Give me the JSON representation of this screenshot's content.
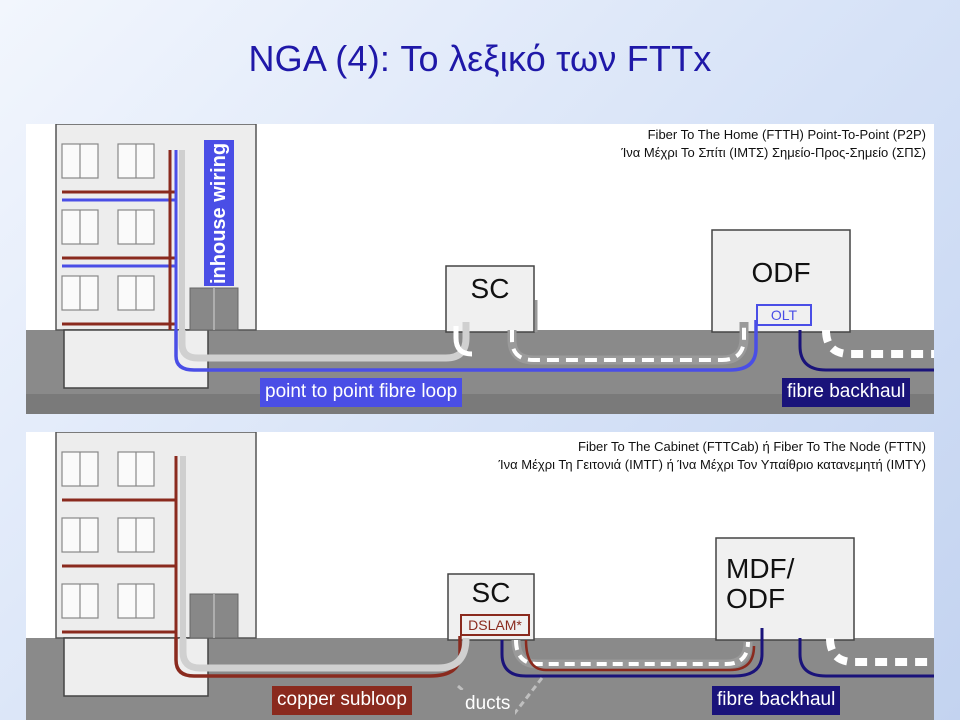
{
  "title": "NGA (4): Το λεξικό των FTTx",
  "panel1": {
    "caption_line1": "Fiber To The Home (FTTH) Point-To-Point (P2P)",
    "caption_line2": "Ίνα Μέχρι Το Σπίτι (ΙΜΤΣ) Σημείο-Προς-Σημείο (ΣΠΣ)",
    "inhouse_label": "inhouse wiring",
    "sc_label": "SC",
    "odf_label": "ODF",
    "olt_label": "OLT",
    "loop_label": "point to point fibre loop",
    "backhaul_label": "fibre backhaul"
  },
  "panel2": {
    "caption_line1": "Fiber To The Cabinet (FTTCab) ή Fiber To The Node (FTTN)",
    "caption_line2": "Ίνα Μέχρι Τη Γειτονιά (ΙΜΤΓ) ή Ίνα Μέχρι Τον Υπαίθριο κατανεμητή (ΙΜΤΥ)",
    "sc_label": "SC",
    "dslam_label": "DSLAM*",
    "mdf_label_line1": "MDF/",
    "mdf_label_line2": "ODF",
    "copper_label": "copper subloop",
    "ducts_label": "ducts",
    "backhaul_label": "fibre backhaul"
  },
  "colors": {
    "title": "#1f18a8",
    "fibre_blue": "#4a4ee6",
    "backhaul_navy": "#1a137a",
    "copper": "#8a2a1e",
    "ground": "#8a8a8a",
    "duct_grey": "#9a9a9a"
  }
}
